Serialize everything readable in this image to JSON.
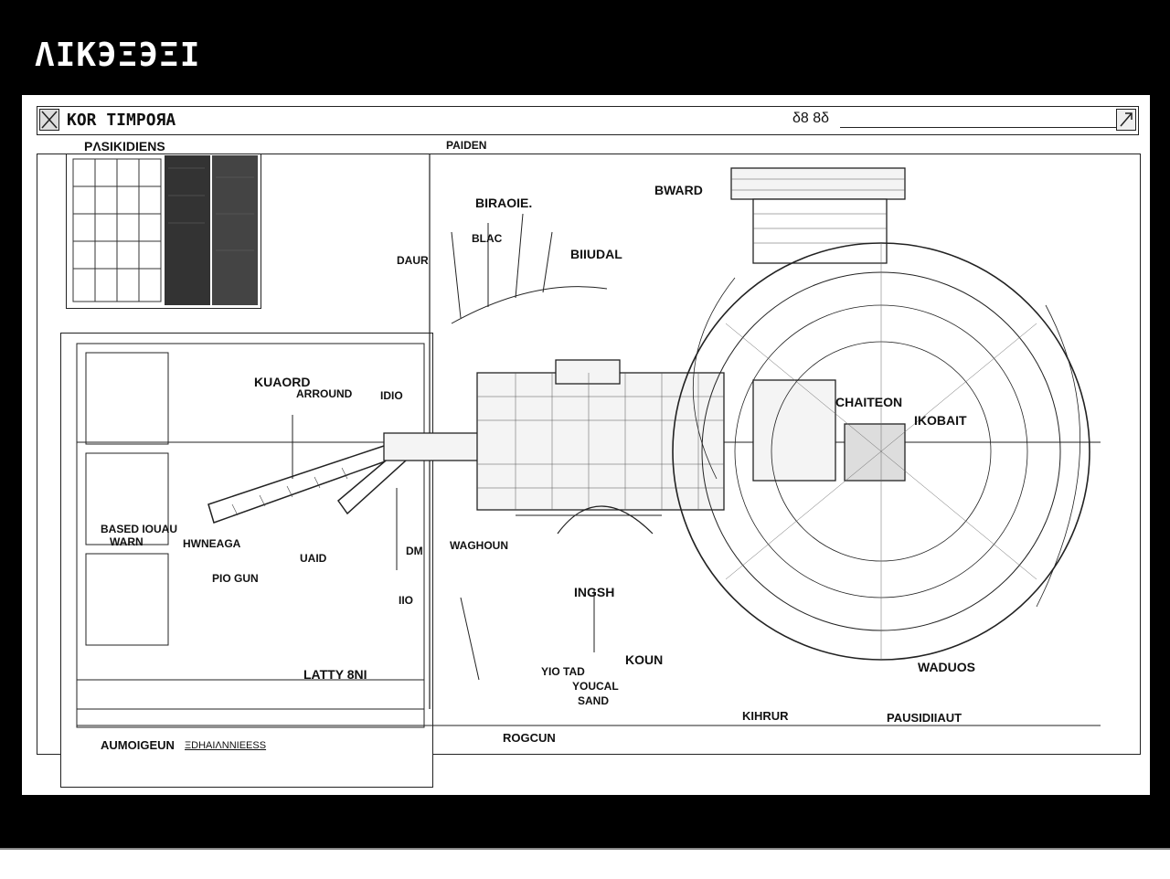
{
  "app": {
    "title": "ΛΙΚЭΞЭΞΙ"
  },
  "window": {
    "title": "KOR TIMPOЯA",
    "zoom_label": "δ8 8δ"
  },
  "left_panel": {
    "header": "PΛSIKIDIENS",
    "footer_label": "AUMOIGEUN",
    "footer_value": "ΞDHAIΛNNIEESS"
  },
  "canvas": {
    "top_label": "PAIDEN",
    "bottom_label": "ROGCUN"
  },
  "annotations": {
    "a1": "BIRAOIE.",
    "a2": "BWARD",
    "a3": "BIIUDAL",
    "a4": "DAUR",
    "a5": "BLAC",
    "a6": "KUAORD",
    "a7": "ARROUND",
    "a8": "IDIO",
    "a9": "CHAITEON",
    "a10": "IKOBAIT",
    "a11": "BASED IOUAU",
    "a12": "WARN",
    "a13": "HWNEAGA",
    "a14": "PIO GUN",
    "a15": "UAID",
    "a16": "DM",
    "a17": "WAGHOUN",
    "a18": "IIO",
    "a19": "INGSH",
    "a20": "KOUN",
    "a21": "YIO TAD",
    "a22": "YOUCAL",
    "a23": "SAND",
    "a24": "LATTY 8NI",
    "a25": "WADUOS",
    "a26": "KIHRUR",
    "a27": "PAUSIDIIAUT"
  }
}
